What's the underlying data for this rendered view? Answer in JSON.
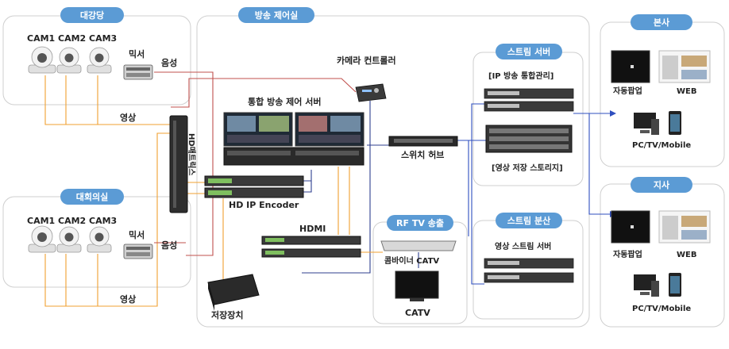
{
  "diagram": {
    "sections": {
      "hall": "대강당",
      "conference": "대회의실",
      "control_room": "방송 제어실",
      "stream_server": "스트림 서버",
      "stream_dist": "스트림 분산",
      "rf_tv": "RF TV 송출",
      "hq": "본사",
      "branch": "지사"
    },
    "labels": {
      "cam1": "CAM1",
      "cam2": "CAM2",
      "cam3": "CAM3",
      "mixer": "믹서",
      "audio": "음성",
      "video": "영상",
      "hd_matrix": "HD매트릭스",
      "camera_controller": "카메라 컨트롤러",
      "integrated_server": "통합 방송 제어 서버",
      "hd_ip_encoder": "HD IP Encoder",
      "hdmi": "HDMI",
      "storage": "저장장치",
      "switch_hub": "스위치 허브",
      "ip_mgmt": "[IP 방송 통합관리]",
      "video_storage": "[영상 저장 스토리지]",
      "combiner": "콤바이너 CATV",
      "catv": "CATV",
      "video_stream_server": "영상 스트림 서버",
      "auto_popup": "자동팝업",
      "web": "WEB",
      "pc_tv_mobile": "PC/TV/Mobile"
    }
  }
}
